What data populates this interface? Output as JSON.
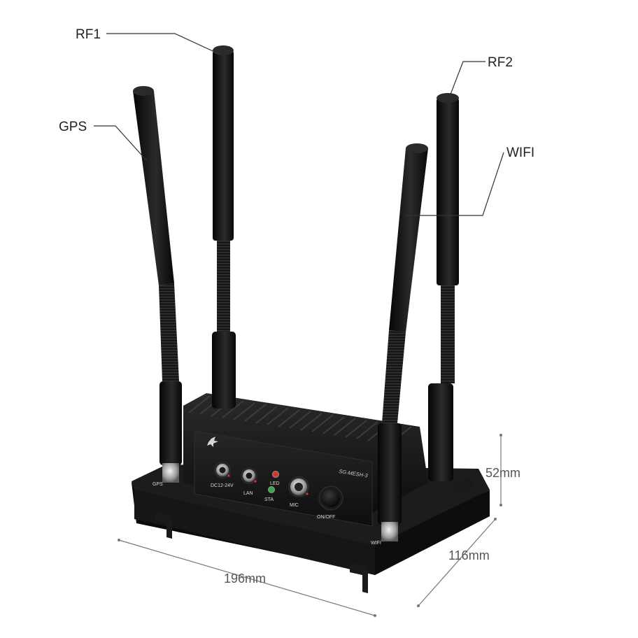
{
  "callouts": {
    "rf1": "RF1",
    "rf2": "RF2",
    "gps": "GPS",
    "wifi": "WIFI"
  },
  "dimensions": {
    "height": "52mm",
    "depth": "116mm",
    "width": "196mm"
  },
  "device": {
    "model": "SG-MESH-3",
    "port_power": "DC12-24V",
    "port_lan": "LAN",
    "port_mic": "MIC",
    "indicator_led": "LED",
    "indicator_sta": "STA",
    "switch_label": "ON/OFF",
    "antenna_gps_label": "GPS",
    "antenna_wifi_label": "WIFI"
  },
  "colors": {
    "body": "#111111",
    "led_red": "#d8322b",
    "led_green": "#3aa845"
  }
}
